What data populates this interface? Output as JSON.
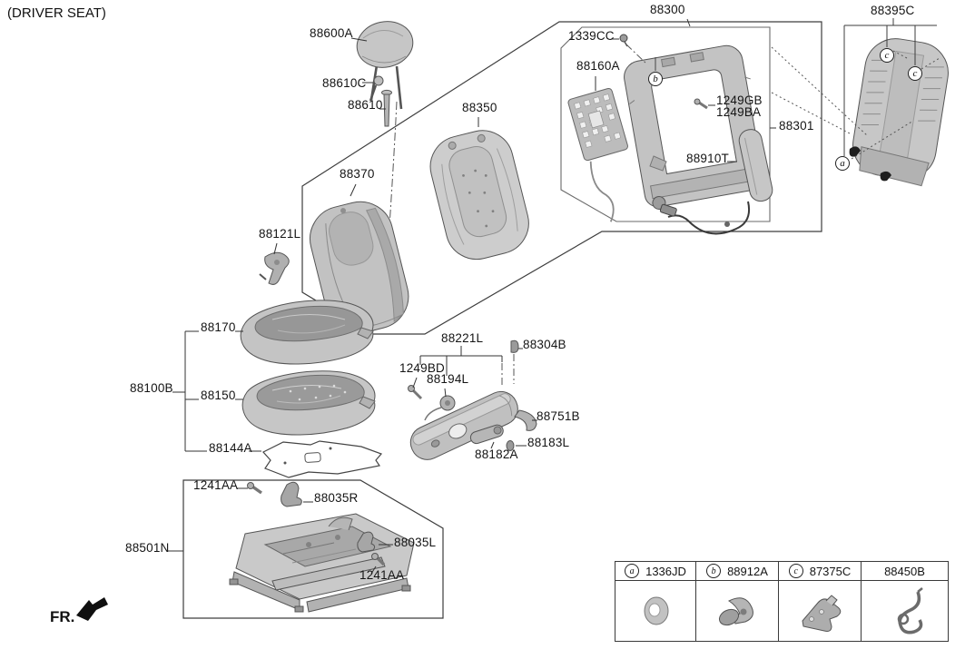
{
  "title": "(DRIVER SEAT)",
  "fr_label": "FR.",
  "callouts": {
    "c88600A": "88600A",
    "c88610C": "88610C",
    "c88610": "88610",
    "c88350": "88350",
    "c88370": "88370",
    "c88121L": "88121L",
    "c88170": "88170",
    "c88100B": "88100B",
    "c88150": "88150",
    "c88144A": "88144A",
    "c1241AA_front": "1241AA",
    "c88035R": "88035R",
    "c88501N": "88501N",
    "c88035L": "88035L",
    "c1241AA_rear": "1241AA",
    "c88300": "88300",
    "c1339CC": "1339CC",
    "c88160A": "88160A",
    "c1249GB": "1249GB",
    "c1249BA": "1249BA",
    "c88301": "88301",
    "c88910T": "88910T",
    "c88395C": "88395C",
    "c88221L": "88221L",
    "c88304B": "88304B",
    "c1249BD": "1249BD",
    "c88194L": "88194L",
    "c88751B": "88751B",
    "c88183L": "88183L",
    "c88182A": "88182A"
  },
  "markers": {
    "a": "a",
    "b": "b",
    "c": "c"
  },
  "legend": {
    "columns": [
      {
        "marker": "a",
        "code": "1336JD"
      },
      {
        "marker": "b",
        "code": "88912A"
      },
      {
        "marker": "c",
        "code": "87375C"
      },
      {
        "marker": "",
        "code": "88450B"
      }
    ]
  }
}
